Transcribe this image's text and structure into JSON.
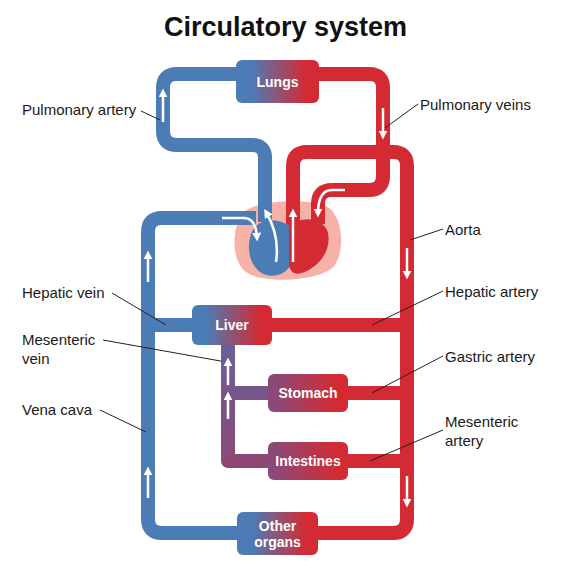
{
  "diagram": {
    "title": "Circulatory system",
    "nodes": [
      {
        "text": [
          "Lungs"
        ]
      },
      {
        "text": [
          "Liver"
        ]
      },
      {
        "text": [
          "Stomach"
        ]
      },
      {
        "text": [
          "Intestines"
        ]
      },
      {
        "text": [
          "Other organs"
        ]
      }
    ],
    "edges": [
      {
        "from": 2,
        "to": 1,
        "arrow": "to"
      },
      {
        "from": 3,
        "to": 1,
        "arrow": "to"
      }
    ],
    "labels": [
      "Pulmonary artery",
      "Pulmonary veins",
      "Aorta",
      "Hepatic vein",
      "Hepatic artery",
      "Mesenteric vein",
      "Gastric artery",
      "Vena cava",
      "Mesenteric artery"
    ]
  }
}
